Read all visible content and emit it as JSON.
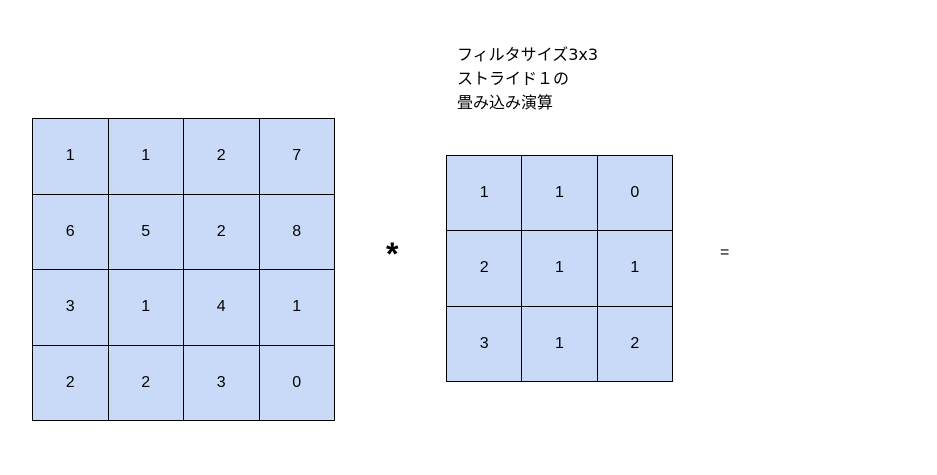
{
  "caption": {
    "lines": [
      "フィルタサイズ3x3",
      "ストライド１の",
      "畳み込み演算"
    ]
  },
  "input_matrix": {
    "rows": [
      [
        "1",
        "1",
        "2",
        "7"
      ],
      [
        "6",
        "5",
        "2",
        "8"
      ],
      [
        "3",
        "1",
        "4",
        "1"
      ],
      [
        "2",
        "2",
        "3",
        "0"
      ]
    ]
  },
  "kernel_matrix": {
    "rows": [
      [
        "1",
        "1",
        "0"
      ],
      [
        "2",
        "1",
        "1"
      ],
      [
        "3",
        "1",
        "2"
      ]
    ]
  },
  "operators": {
    "convolution": "*",
    "equals": "="
  },
  "colors": {
    "cell_fill": "#c9daf8",
    "border": "#000000"
  }
}
